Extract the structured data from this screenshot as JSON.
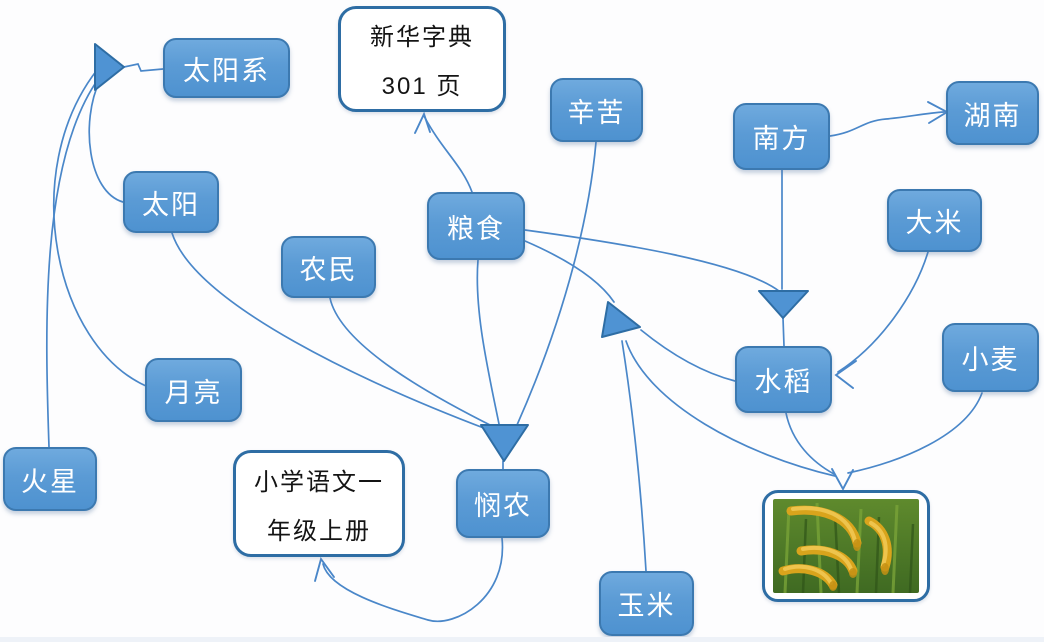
{
  "nodes": {
    "solar_system": {
      "label": "太阳系"
    },
    "sun": {
      "label": "太阳"
    },
    "farmer": {
      "label": "农民"
    },
    "moon": {
      "label": "月亮"
    },
    "mars": {
      "label": "火星"
    },
    "grain": {
      "label": "粮食"
    },
    "hardship": {
      "label": "辛苦"
    },
    "south": {
      "label": "南方"
    },
    "hunan": {
      "label": "湖南"
    },
    "rice_grain": {
      "label": "大米"
    },
    "paddy_rice": {
      "label": "水稻"
    },
    "wheat": {
      "label": "小麦"
    },
    "minnong": {
      "label": "悯农"
    },
    "corn": {
      "label": "玉米"
    }
  },
  "callouts": {
    "dictionary": {
      "line1": "新华字典",
      "line2": "301 页"
    },
    "textbook": {
      "line1": "小学语文一",
      "line2": "年级上册"
    }
  },
  "image_node": {
    "description": "rice-paddy-photo"
  },
  "edges": [
    {
      "from": "太阳",
      "to": "太阳系"
    },
    {
      "from": "月亮",
      "to": "太阳系"
    },
    {
      "from": "火星",
      "to": "太阳系"
    },
    {
      "from": "粮食",
      "to": "新华字典 301 页"
    },
    {
      "from": "南方",
      "to": "湖南"
    },
    {
      "from": "南方",
      "to": "水稻"
    },
    {
      "from": "粮食",
      "to": "水稻"
    },
    {
      "from": "大米",
      "to": "水稻"
    },
    {
      "from": "太阳",
      "to": "悯农"
    },
    {
      "from": "农民",
      "to": "悯农"
    },
    {
      "from": "粮食",
      "to": "悯农"
    },
    {
      "from": "辛苦",
      "to": "悯农"
    },
    {
      "from": "悯农",
      "to": "小学语文一年级上册"
    },
    {
      "from": "玉米",
      "to": "粮食"
    },
    {
      "from": "水稻",
      "to": "粮食"
    },
    {
      "from": "水稻",
      "to": "稻谷图片"
    },
    {
      "from": "小麦",
      "to": "稻谷图片"
    }
  ],
  "colors": {
    "node_fill": "#5b9bd5",
    "node_border": "#3c79b0",
    "callout_border": "#2e6da4",
    "connector": "#4a87c9",
    "node_text": "#ffffff",
    "callout_text": "#141414",
    "background": "#fdfdfe"
  }
}
